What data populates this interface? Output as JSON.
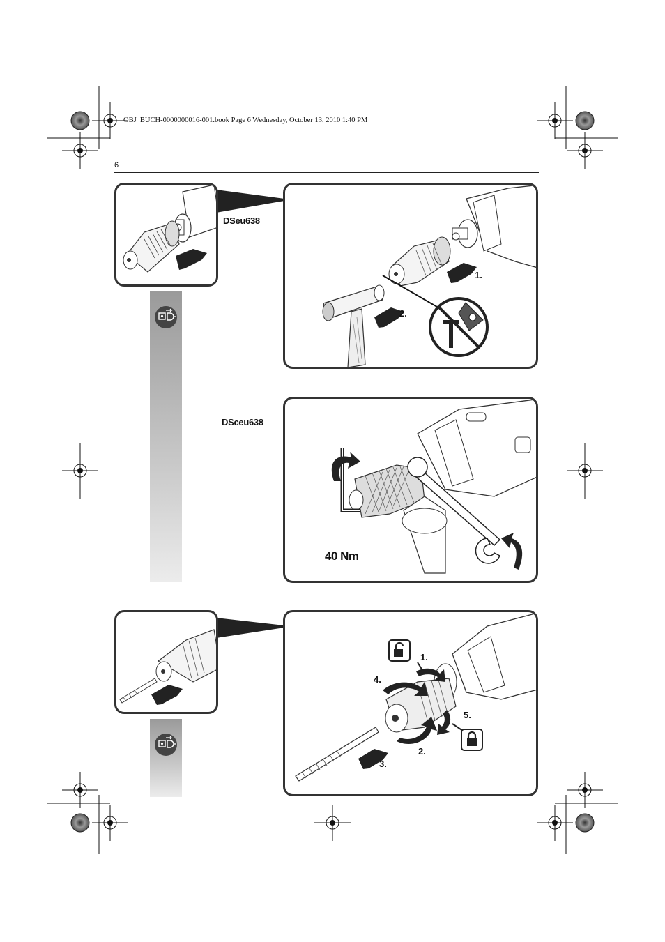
{
  "header": {
    "print_line": "OBJ_BUCH-0000000016-001.book  Page 6  Wednesday, October 13, 2010  1:40 PM",
    "page_number": "6"
  },
  "figures": {
    "top": {
      "model_label": "DSeu638",
      "steps": [
        "1.",
        "2."
      ]
    },
    "middle": {
      "model_label": "DSceu638",
      "torque_label": "40 Nm"
    },
    "bottom": {
      "steps": [
        "1.",
        "2.",
        "3.",
        "4.",
        "5."
      ]
    }
  },
  "icons": [
    "registration-mark-icon",
    "unplug-icon",
    "lock-open-icon",
    "lock-closed-icon",
    "no-hammer-icon",
    "push-arrow-icon",
    "rotation-arrow-icon"
  ],
  "colors": {
    "frame": "#333333",
    "strip_top": "#9a9a9a",
    "strip_bottom": "#ececec",
    "icon_fill": "#444444"
  }
}
